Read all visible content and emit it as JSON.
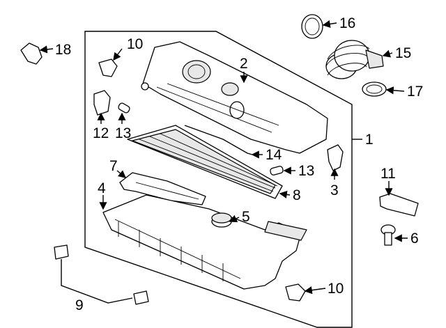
{
  "callouts": {
    "c1": "1",
    "c2": "2",
    "c3": "3",
    "c4": "4",
    "c5": "5",
    "c6": "6",
    "c7": "7",
    "c8": "8",
    "c9": "9",
    "c10a": "10",
    "c10b": "10",
    "c11": "11",
    "c12": "12",
    "c13a": "13",
    "c13b": "13",
    "c14": "14",
    "c15": "15",
    "c16": "16",
    "c17": "17",
    "c18": "18"
  }
}
